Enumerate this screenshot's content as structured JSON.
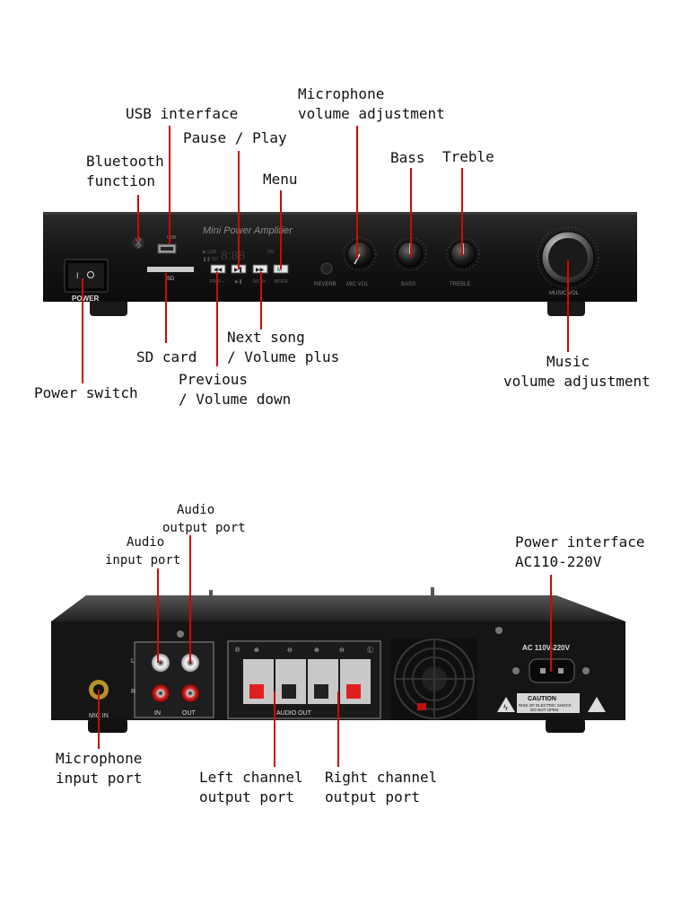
{
  "front": {
    "panel_title": "Mini Power Amplifier",
    "power_label": "POWER",
    "sd_label": "SD",
    "usb_label": "USB",
    "reverb_label": "REVERB",
    "mic_vol_label": "MIC VOL",
    "bass_label": "BASS",
    "treble_label": "TREBLE",
    "music_vol_label": "MUSIC VOL",
    "mode_label": "MODE"
  },
  "front_callouts": {
    "usb": "USB interface",
    "mic_vol": [
      "Microphone",
      "volume adjustment"
    ],
    "pause_play": "Pause / Play",
    "bluetooth": [
      "Bluetooth",
      "function"
    ],
    "menu": "Menu",
    "bass": "Bass",
    "treble": "Treble",
    "next_song": [
      "Next song",
      "/ Volume plus"
    ],
    "sd_card": "SD card",
    "previous": [
      "Previous",
      "/ Volume down"
    ],
    "power_switch": "Power switch",
    "music_vol": [
      "Music",
      "volume adjustment"
    ]
  },
  "back": {
    "in_label": "IN",
    "out_label": "OUT",
    "mic_in_label": "MIC IN",
    "audio_out_label": "AUDIO OUT",
    "ac_label": "AC 110V-220V",
    "caution_title": "CAUTION",
    "caution_line1": "RISK OF ELECTRIC SHOCK",
    "caution_line2": "DO NOT OPEN",
    "ch_l": "L",
    "ch_r": "R"
  },
  "back_callouts": {
    "audio_output": [
      "Audio",
      "output port"
    ],
    "audio_input": [
      "Audio",
      "input port"
    ],
    "power_interface": [
      "Power interface",
      "AC110-220V"
    ],
    "mic_input": [
      "Microphone",
      "input port"
    ],
    "left_channel": [
      "Left channel",
      "output port"
    ],
    "right_channel": [
      "Right channel",
      "output port"
    ]
  },
  "colors": {
    "callout_line": "#cc0a0a",
    "device_body": "#141414",
    "text": "#111111"
  }
}
